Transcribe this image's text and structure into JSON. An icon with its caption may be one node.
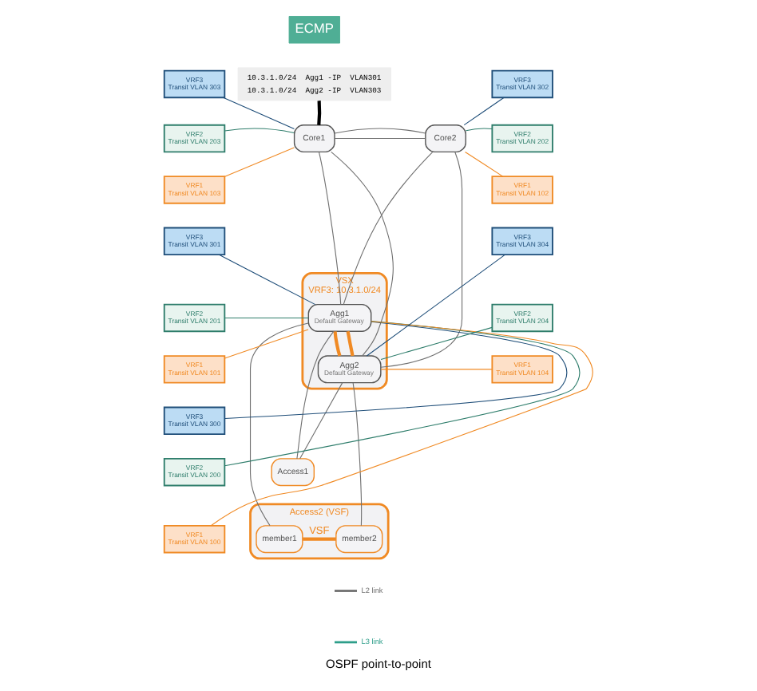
{
  "diagram": {
    "caption": "OSPF point-to-point",
    "nodes": [
      {
        "text": [
          "ECMP"
        ]
      },
      {
        "text": [
          "10.3.1.0/24  Agg1 -IP  VLAN301",
          "10.3.1.0/24  Agg2 -IP  VLAN303"
        ]
      },
      {
        "text": [
          "Core1"
        ]
      },
      {
        "text": [
          "Core2"
        ]
      },
      {
        "text": [
          "VSX",
          "VRF3: 10.3.1.0/24"
        ]
      },
      {
        "text": [
          "Agg1",
          "Default Gateway"
        ],
        "in": 4
      },
      {
        "text": [
          "Agg2",
          "Default Gateway"
        ],
        "in": 4
      },
      {
        "text": [
          "Access1"
        ]
      },
      {
        "text": [
          "Access2 (VSF)"
        ]
      },
      {
        "text": [
          "member1"
        ],
        "in": 8
      },
      {
        "text": [
          "member2"
        ],
        "in": 8
      },
      {
        "text": [
          "VRF3",
          "Transit VLAN 303"
        ]
      },
      {
        "text": [
          "VRF2",
          "Transit VLAN 203"
        ]
      },
      {
        "text": [
          "VRF1",
          "Transit VLAN 103"
        ]
      },
      {
        "text": [
          "VRF3",
          "Transit VLAN 301"
        ]
      },
      {
        "text": [
          "VRF2",
          "Transit VLAN 201"
        ]
      },
      {
        "text": [
          "VRF1",
          "Transit VLAN 101"
        ]
      },
      {
        "text": [
          "VRF3",
          "Transit VLAN 300"
        ]
      },
      {
        "text": [
          "VRF2",
          "Transit VLAN 200"
        ]
      },
      {
        "text": [
          "VRF1",
          "Transit VLAN 100"
        ]
      },
      {
        "text": [
          "VRF3",
          "Transit VLAN 302"
        ]
      },
      {
        "text": [
          "VRF2",
          "Transit VLAN 202"
        ]
      },
      {
        "text": [
          "VRF1",
          "Transit VLAN 102"
        ]
      },
      {
        "text": [
          "VRF3",
          "Transit VLAN 304"
        ]
      },
      {
        "text": [
          "VRF2",
          "Transit VLAN 204"
        ]
      },
      {
        "text": [
          "VRF1",
          "Transit VLAN 104"
        ]
      }
    ],
    "edges": [
      {
        "from": 1,
        "to": 2,
        "arrow": "none",
        "style": "thick",
        "color": "#000000"
      },
      {
        "from": 2,
        "to": 3,
        "arrow": "none"
      },
      {
        "from": 2,
        "to": 3,
        "arrow": "none"
      },
      {
        "from": 2,
        "to": 5,
        "arrow": "none"
      },
      {
        "from": 2,
        "to": 6,
        "arrow": "none"
      },
      {
        "from": 3,
        "to": 5,
        "arrow": "none"
      },
      {
        "from": 3,
        "to": 6,
        "arrow": "none"
      },
      {
        "from": 5,
        "to": 6,
        "arrow": "none",
        "style": "thick",
        "color": "#f08a24"
      },
      {
        "from": 5,
        "to": 6,
        "arrow": "none",
        "style": "thick",
        "color": "#f08a24"
      },
      {
        "from": 5,
        "to": 7,
        "arrow": "none"
      },
      {
        "from": 6,
        "to": 7,
        "arrow": "none"
      },
      {
        "from": 5,
        "to": 9,
        "arrow": "none"
      },
      {
        "from": 6,
        "to": 10,
        "arrow": "none"
      },
      {
        "from": 9,
        "to": 10,
        "arrow": "none",
        "label": "VSF",
        "style": "thick",
        "color": "#f08a24"
      },
      {
        "from": 11,
        "to": 2,
        "arrow": "none",
        "color": "#1f4e79"
      },
      {
        "from": 12,
        "to": 2,
        "arrow": "none",
        "color": "#2e7d6b"
      },
      {
        "from": 13,
        "to": 2,
        "arrow": "none",
        "color": "#f08a24"
      },
      {
        "from": 14,
        "to": 5,
        "arrow": "none",
        "color": "#1f4e79"
      },
      {
        "from": 15,
        "to": 5,
        "arrow": "none",
        "color": "#2e7d6b"
      },
      {
        "from": 16,
        "to": 5,
        "arrow": "none",
        "color": "#f08a24"
      },
      {
        "from": 17,
        "to": 5,
        "arrow": "none",
        "color": "#1f4e79"
      },
      {
        "from": 18,
        "to": 5,
        "arrow": "none",
        "color": "#2e7d6b"
      },
      {
        "from": 19,
        "to": 5,
        "arrow": "none",
        "color": "#f08a24"
      },
      {
        "from": 20,
        "to": 3,
        "arrow": "none",
        "color": "#1f4e79"
      },
      {
        "from": 21,
        "to": 3,
        "arrow": "none",
        "color": "#2e7d6b"
      },
      {
        "from": 22,
        "to": 3,
        "arrow": "none",
        "color": "#f08a24"
      },
      {
        "from": 23,
        "to": 6,
        "arrow": "none",
        "color": "#1f4e79"
      },
      {
        "from": 24,
        "to": 6,
        "arrow": "none",
        "color": "#2e7d6b"
      },
      {
        "from": 25,
        "to": 6,
        "arrow": "none",
        "color": "#f08a24"
      }
    ],
    "legend": [
      {
        "text": "L2 link"
      },
      {
        "text": "L3 link"
      }
    ]
  }
}
